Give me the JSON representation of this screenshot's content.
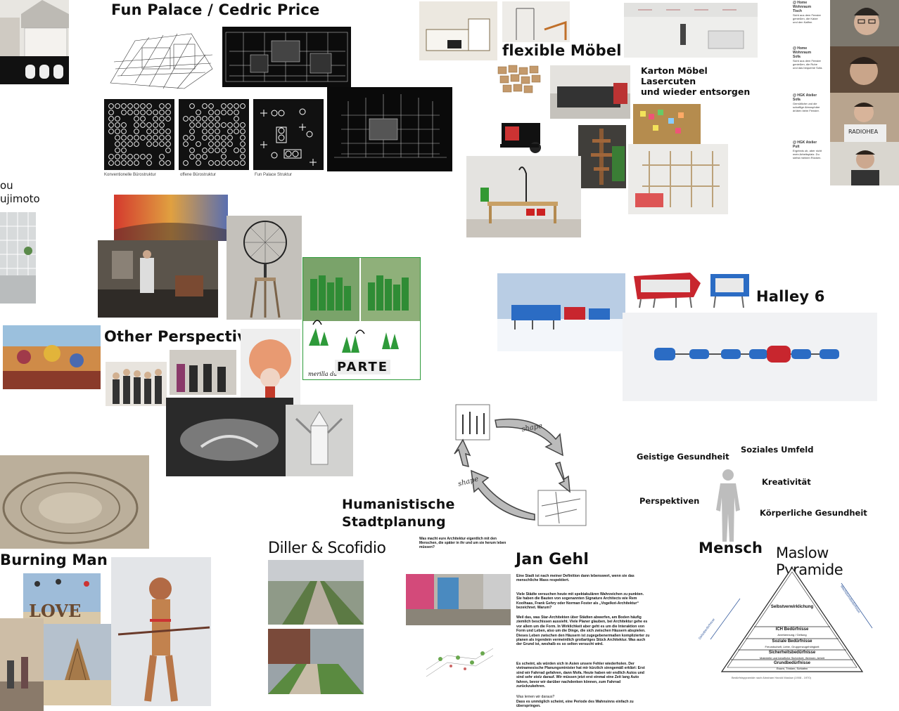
{
  "titles": {
    "fun_palace": "Fun Palace / Cedric Price",
    "flexible": "flexible Möbel",
    "karton": "Karton Möbel\nLasercuten\nund wieder entsorgen",
    "fujimoto_1": "ou",
    "fujimoto_2": "ujimoto",
    "other": "Other Perspectiv",
    "halley": "Halley 6",
    "humanistische": "Humanistische\nStadtplanung",
    "burning": "Burning Man",
    "diller": "Diller & Scofidio",
    "jan_gehl": "Jan Gehl",
    "mensch": "Mensch",
    "maslow": "Maslow Pyramide"
  },
  "captions": {
    "buero1": "Konventionelle Bürostruktur",
    "buero2": "offene Bürostruktur",
    "buero3": "Fun Palace Struktur",
    "merilla": "merilla da",
    "parte": "PARTE",
    "shape1": "shape",
    "shape2": "shape"
  },
  "notes": [
    {
      "title": "@ Home\nWohnraum\nTisch",
      "body": "Sicht aus dem Fenster\ngenießen, die Katze\nund den Kaffee."
    },
    {
      "title": "@ Home\nWohnraum\nSofa",
      "body": "Sicht aus dem Fenster\ngenießen, die Ruhe\nund das bequeme Sofa."
    },
    {
      "title": "@ HGK Atelier\nSofa",
      "body": "Gemütliche und die\nschaffige Atmosphäre\ndrüben beim Fenster."
    },
    {
      "title": "@ HGK Atelier\nPult",
      "body": "Ergebnis ob, aber nicht\nmein Arbeitsplatz. Du\nsiehst meinen Rücken."
    }
  ],
  "mensch_labels": {
    "geistige": "Geistige Gesundheit",
    "soziales": "Soziales Umfeld",
    "kreativitaet": "Kreativität",
    "perspektiven": "Perspektiven",
    "koerperliche": "Körperliche Gesundheit"
  },
  "maslow": {
    "levels": [
      {
        "name": "Selbstverwirklichung",
        "sub": ""
      },
      {
        "name": "ICH Bedürfnisse",
        "sub": "Anerkennung / Geltung"
      },
      {
        "name": "Soziale Bedürfnisse",
        "sub": "Freundschaft, Liebe, Gruppenzugehörigkeit"
      },
      {
        "name": "Sicherheitsbedürfnisse",
        "sub": "Materielle und berufliche Sicherheit, Wohnen, Arbeit"
      },
      {
        "name": "Grundbedürfnisse",
        "sub": "Essen, Trinken, Schlafen"
      }
    ],
    "side_left": "Defizitbedürfnisse",
    "side_right": "Wachstumsbedürfnisse",
    "footer": "Bedürfnispyramide nach Abraham Harold Maslow (1908 - 1970)"
  },
  "gehl_text": {
    "question": "Was macht eure Architektur eigentlich mit den Menschen, die später in ihr und um sie herum leben müssen?",
    "p1": "Eine Stadt ist nach meiner Definition dann lebenswert, wenn sie das menschliche Mass respektiert.",
    "p2": "Viele Städte versuchen heute mit spektakulären Wahrzeichen zu punkten. Sie haben die Bauten von sogenannten Signature Architects wie Rem Koolhaas, Frank Gehry oder Norman Foster als „Vogelkot-Architektur“ bezeichnet. Warum?",
    "p3": "Weil das, was Star-Architekten über Städten abwerfen, am Boden häufig ziemlich beschissen aussieht. Viele Planer glauben, bei Architektur gehe es vor allem um die Form. In Wirklichkeit aber geht es um die Interaktion von Form und Leben, also um die Dinge, die sich zwischen Häusern abspielen. Dieses Leben zwischen den Häusern ist zugegebenermaßen komplizierter zu planen als irgendein vermeintlich großartiges Stück Architektur. Was auch der Grund ist, weshalb es so selten versucht wird.",
    "p4": "Es scheint, als würden sich in Asien unsere Fehler wiederholen. Der vietnamesische Planungsminister hat mir kürzlich sinngemäß erklärt: Erst sind wir Fahrrad gefahren, dann Mofa. Heute haben wir endlich Autos und sind sehr stolz darauf. Wir müssen jetzt erst einmal eine Zeit lang Auto fahren, bevor wir darüber nachdenken können, zum Fahrrad zurückzukehren.",
    "p5": "Was lernen wir daraus?",
    "p6": "Dass es unmöglich scheint, eine Periode des Wahnsinns einfach zu überspringen."
  },
  "colors": {
    "accent_green": "#2e9a3a",
    "halley_blue": "#2b6cc4",
    "halley_red": "#c8262e"
  }
}
